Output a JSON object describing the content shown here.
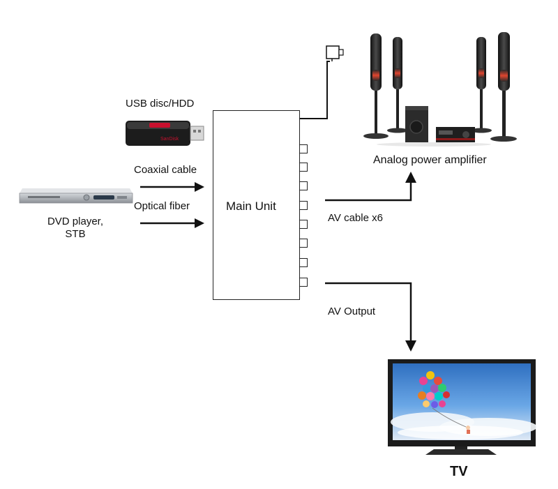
{
  "labels": {
    "usb": "USB disc/HDD",
    "coaxial": "Coaxial cable",
    "optical": "Optical fiber",
    "dvd_line1": "DVD player,",
    "dvd_line2": "STB",
    "main_unit": "Main Unit",
    "av_cable": "AV cable x6",
    "av_output": "AV Output",
    "amplifier": "Analog power amplifier",
    "tv": "TV",
    "usb_brand": "SanDisk"
  },
  "colors": {
    "line": "#111111",
    "usb_body": "#1a1a1a",
    "usb_accent": "#c8102e",
    "speaker": "#2a2a2a",
    "speaker_glow": "#c0392b",
    "tv_sky": "#4a90d9",
    "dvd_body": "#b9bcc0"
  }
}
